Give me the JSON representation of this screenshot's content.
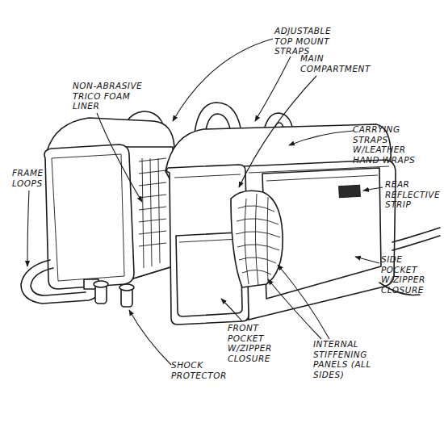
{
  "diagram": {
    "labels": [
      "ADJUSTABLE TOP MOUNT STRAPS",
      "NON-ABRASIVE TRICO FOAM LINER",
      "MAIN COMPARTMENT",
      "CARRYING STRAPS W/LEATHER HAND WRAPS",
      "REAR REFLECTIVE STRIP",
      "FRAME LOOPS",
      "SIDE POCKET W/ZIPPER CLOSURE",
      "INTERNAL STIFFENING PANELS (ALL SIDES)",
      "FRONT POCKET W/ZIPPER CLOSURE",
      "SHOCK PROTECTOR"
    ]
  }
}
